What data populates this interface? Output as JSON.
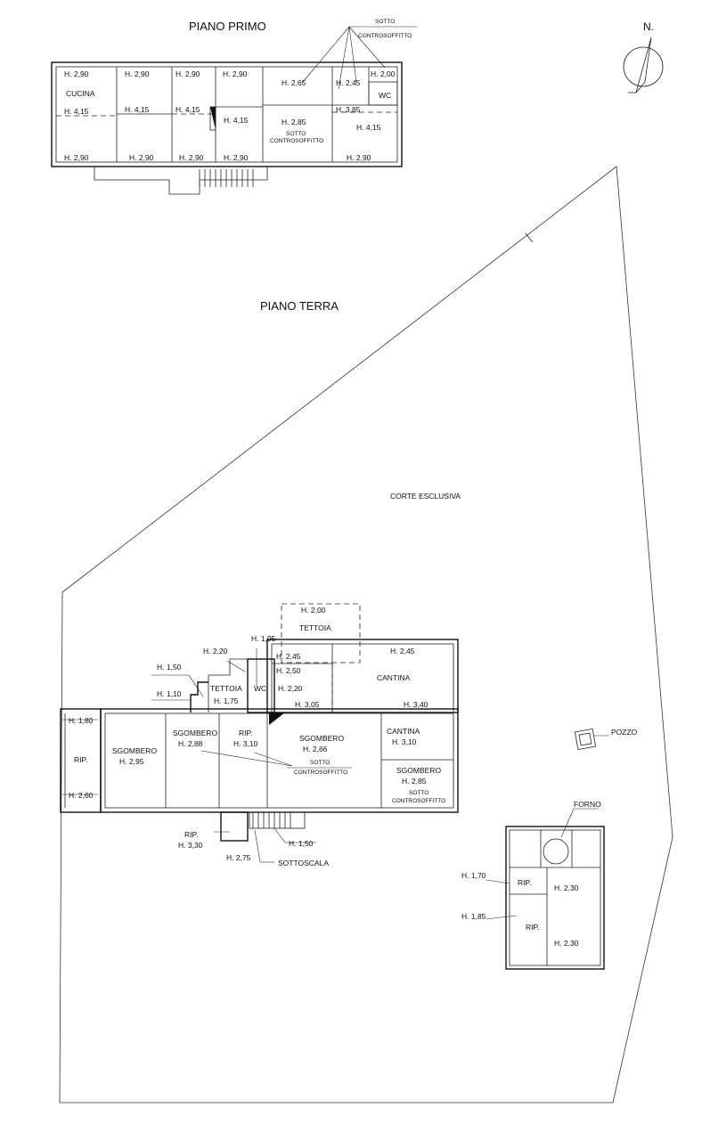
{
  "floors": {
    "first_title": "PIANO PRIMO",
    "ground_title": "PIANO TERRA"
  },
  "north": "N.",
  "yard": "CORTE ESCLUSIVA",
  "rooms": {
    "first": {
      "cucina": "CUCINA",
      "wc": "WC",
      "sotto1": "SOTTO",
      "controsoffitto1": "CONTROSOFFITTO",
      "sotto2": "SOTTO",
      "controsoffitto2": "CONTROSOFFITTO"
    },
    "ground": {
      "tettoia_top": "TETTOIA",
      "tettoia_small": "TETTOIA",
      "wc": "WC",
      "cantina1": "CANTINA",
      "cantina2": "CANTINA",
      "rip_left": "RIP.",
      "sgombero1": "SGOMBERO",
      "sgombero2": "SGOMBERO",
      "rip_mid": "RIP.",
      "sgombero3": "SGOMBERO",
      "sgombero4": "SGOMBERO",
      "sotto_a": "SOTTO",
      "controsoffitto_a": "CONTROSOFFITTO",
      "sotto_b": "SOTTO",
      "controsoffitto_b": "CONTROSOFFITTO",
      "rip_bottom": "RIP.",
      "sottoscala": "SOTTOSCALA",
      "pozzo": "POZZO",
      "forno": "FORNO",
      "rip_annex1": "RIP.",
      "rip_annex2": "RIP."
    }
  },
  "heights": {
    "f1": "H. 2,90",
    "f2": "H. 4,15",
    "f3": "H. 2,90",
    "f4": "H. 2,90",
    "f5": "H. 4,15",
    "f6": "H. 2,90",
    "f7": "H. 2,90",
    "f8": "H. 4,15",
    "f9": "H. 2,90",
    "f10": "H. 2,90",
    "f11": "H. 4,15",
    "f12": "H. 2,90",
    "f13": "H. 2,65",
    "f14": "H. 2,85",
    "f15": "H. 2,45",
    "f16": "H. 2,00",
    "f17": "H. 3,85",
    "f18": "H. 4,15",
    "f19": "H. 2,90",
    "g1": "H. 2,00",
    "g2": "H. 2,20",
    "g3": "H. 1,95",
    "g4": "H. 1,50",
    "g5": "H. 1,10",
    "g6": "H. 1,75",
    "g7": "H. 2,45",
    "g8": "H. 2,50",
    "g9": "H. 2,20",
    "g10": "H. 2,45",
    "g11": "H. 1,80",
    "g12": "H. 2,60",
    "g13": "H. 2,95",
    "g14": "H. 2,88",
    "g15": "H. 3,10",
    "g16": "H. 3,05",
    "g17": "H. 2,66",
    "g18": "H. 3,40",
    "g19": "H. 3,10",
    "g20": "H. 2,85",
    "g21": "H. 3,30",
    "g22": "H. 2,75",
    "g23": "H. 1,50",
    "g24": "H. 1,70",
    "g25": "H. 2,30",
    "g26": "H. 1,85",
    "g27": "H. 2,30"
  }
}
